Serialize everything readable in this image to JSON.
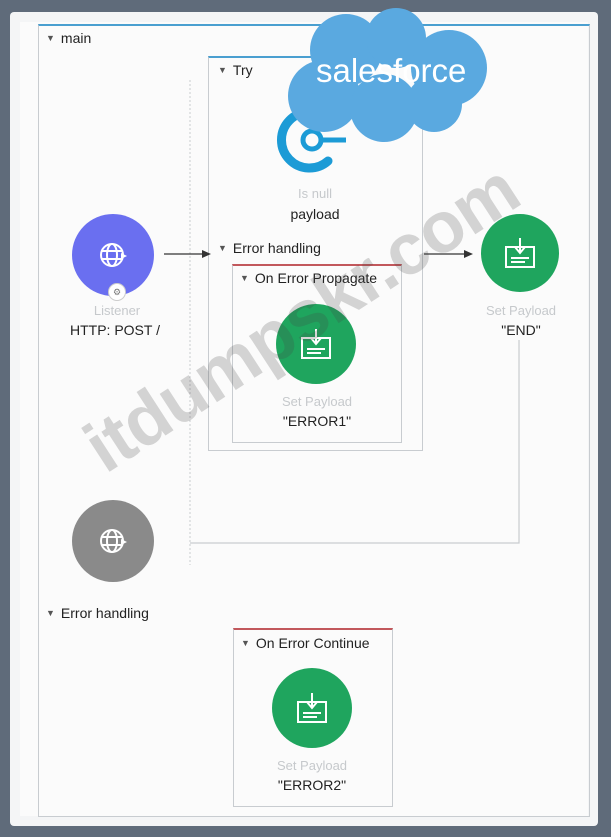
{
  "main_scope": {
    "title": "main"
  },
  "try_scope": {
    "title": "Try"
  },
  "try_error_handling": {
    "title": "Error handling"
  },
  "on_error_propagate": {
    "title": "On Error Propagate"
  },
  "flow_error_handling": {
    "title": "Error handling"
  },
  "on_error_continue": {
    "title": "On Error Continue"
  },
  "listener": {
    "type_label": "Listener",
    "name": "HTTP: POST /"
  },
  "is_null": {
    "type_label": "Is null",
    "name": "payload"
  },
  "set_payload_end": {
    "type_label": "Set Payload",
    "name": "\"END\""
  },
  "set_payload_error1": {
    "type_label": "Set Payload",
    "name": "\"ERROR1\""
  },
  "set_payload_error2": {
    "type_label": "Set Payload",
    "name": "\"ERROR2\""
  },
  "logo": {
    "text": "salesforce"
  },
  "watermark": {
    "text": "itdumpskr.com"
  },
  "colors": {
    "listener": "#6a6ff0",
    "set_payload": "#1fa55e",
    "validation": "#1c9bd6",
    "source_disabled": "#8a8a8a",
    "scope_accent": "#4a9fd0",
    "error_accent": "#c2585c",
    "salesforce_cloud": "#5aa9e0"
  }
}
